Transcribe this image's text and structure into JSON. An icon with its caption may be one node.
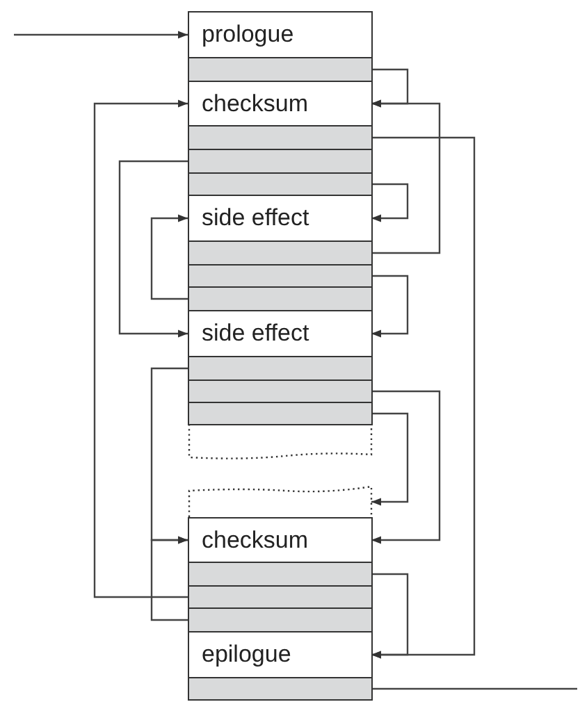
{
  "diagram": {
    "nodes": [
      {
        "text": [
          "prologue"
        ]
      },
      {
        "text": [],
        "shape": "bar"
      },
      {
        "text": [
          "checksum"
        ]
      },
      {
        "text": [],
        "shape": "bar"
      },
      {
        "text": [],
        "shape": "bar"
      },
      {
        "text": [],
        "shape": "bar"
      },
      {
        "text": [
          "side effect"
        ]
      },
      {
        "text": [],
        "shape": "bar"
      },
      {
        "text": [],
        "shape": "bar"
      },
      {
        "text": [],
        "shape": "bar"
      },
      {
        "text": [
          "side effect"
        ]
      },
      {
        "text": [],
        "shape": "bar"
      },
      {
        "text": [],
        "shape": "bar"
      },
      {
        "text": [],
        "shape": "bar"
      },
      {
        "text": [],
        "shape": "box"
      },
      {
        "text": [],
        "shape": "box"
      },
      {
        "text": [
          "checksum"
        ]
      },
      {
        "text": [],
        "shape": "bar"
      },
      {
        "text": [],
        "shape": "bar"
      },
      {
        "text": [],
        "shape": "bar"
      },
      {
        "text": [
          "epilogue"
        ]
      },
      {
        "text": [],
        "shape": "bar"
      }
    ],
    "edges": [
      {
        "from": null,
        "to": 0,
        "arrow": "to"
      },
      {
        "from": 1,
        "to": 2,
        "arrow": "to"
      },
      {
        "from": 7,
        "to": 2,
        "arrow": "to"
      },
      {
        "from": 18,
        "to": 2,
        "arrow": "to"
      },
      {
        "from": 3,
        "to": 20,
        "arrow": "to"
      },
      {
        "from": 4,
        "to": 10,
        "arrow": "to"
      },
      {
        "from": 5,
        "to": 6,
        "arrow": "to"
      },
      {
        "from": 9,
        "to": 6,
        "arrow": "to"
      },
      {
        "from": 8,
        "to": 10,
        "arrow": "to"
      },
      {
        "from": 11,
        "to": 16,
        "arrow": "to"
      },
      {
        "from": 12,
        "to": 16,
        "arrow": "to"
      },
      {
        "from": 13,
        "to": 15,
        "arrow": "to"
      },
      {
        "from": 19,
        "to": 16,
        "arrow": "to"
      },
      {
        "from": 17,
        "to": 20,
        "arrow": "to"
      },
      {
        "from": 21,
        "to": null,
        "arrow": "none"
      }
    ]
  }
}
